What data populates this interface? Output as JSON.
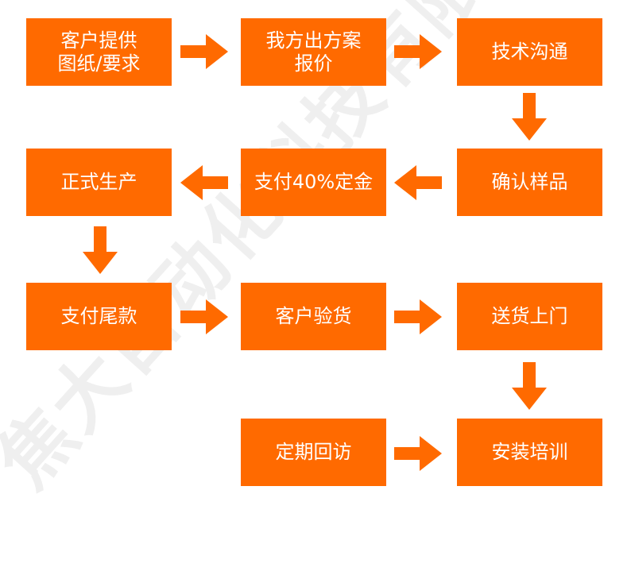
{
  "colors": {
    "box": "#FF6A00",
    "arrow": "#FF6A00",
    "text": "#FFFFFF",
    "watermark": "#EFEFEF"
  },
  "watermark": {
    "text": "焦大自动化科技有限公"
  },
  "steps": [
    {
      "label": "客户提供\n图纸/要求"
    },
    {
      "label": "我方出方案\n报价"
    },
    {
      "label": "技术沟通"
    },
    {
      "label": "确认样品"
    },
    {
      "label": "支付40%定金"
    },
    {
      "label": "正式生产"
    },
    {
      "label": "支付尾款"
    },
    {
      "label": "客户验货"
    },
    {
      "label": "送货上门"
    },
    {
      "label": "安装培训"
    },
    {
      "label": "定期回访"
    }
  ],
  "arrows": [
    {
      "direction": "right"
    },
    {
      "direction": "right"
    },
    {
      "direction": "down"
    },
    {
      "direction": "left"
    },
    {
      "direction": "left"
    },
    {
      "direction": "down"
    },
    {
      "direction": "right"
    },
    {
      "direction": "right"
    },
    {
      "direction": "down"
    },
    {
      "direction": "right"
    }
  ]
}
